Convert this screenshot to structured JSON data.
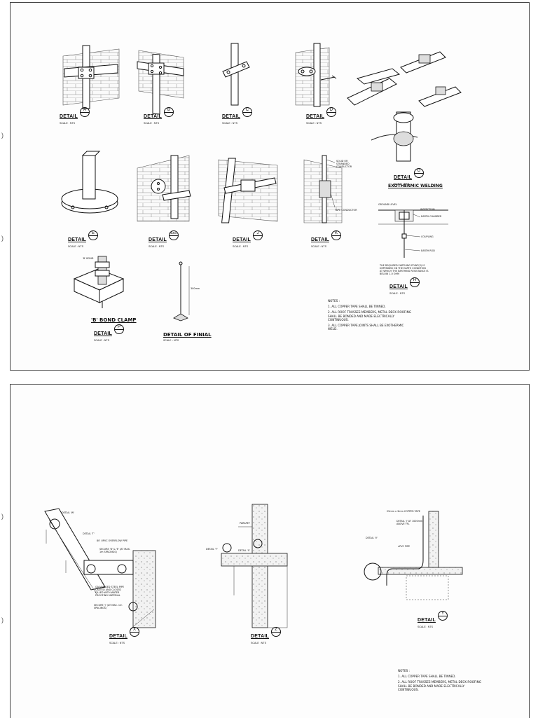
{
  "margin_marks": [
    ")",
    ")",
    ")",
    ")"
  ],
  "detail_word": "DETAIL",
  "scale_text": "SCALE : NTS",
  "sheet1": {
    "details": [
      {
        "id": "A"
      },
      {
        "id": "B"
      },
      {
        "id": "C"
      },
      {
        "id": "D"
      },
      {
        "id": "E"
      },
      {
        "id": "B&C"
      },
      {
        "id": "J"
      },
      {
        "id": "K"
      },
      {
        "id": "G"
      },
      {
        "id": "H"
      },
      {
        "id": "P"
      }
    ],
    "exothermic_title": "EXOTHERMIC WELDING",
    "bond_clamp_title": "'B' BOND CLAMP",
    "final_title": "DETAIL OF FINIAL",
    "callouts": {
      "k_top": "SOLID OR STRANDED CONDUCTOR",
      "k_bottom": "TAPE CONDUCTOR",
      "h_ground": "GROUND LEVEL",
      "h_pit": "EARTH CHAMBER",
      "h_coupling": "COUPLING",
      "h_rod": "EARTH ROD",
      "h_inspection": "INSPECTION",
      "h_note": "THE REQUIRED EARTHING POINT(S) IS DEPENDED ON THE EARTH CONDITION AT WHICH THE EARTHING RESISTANCE IS BELOW 1.0 OHM",
      "p_bolt": "'B' BOND",
      "final_dim": "300mm"
    },
    "notes_title": "NOTES :",
    "notes": [
      "1. ALL COPPER TAPE SHALL BE TINNED.",
      "2. ALL ROOF TRUSSES MEMBERS, METAL DECK ROOFING SHALL BE BONDED AND MADE ELECTRICALLY CONTINUOUS.",
      "3. ALL COPPER TAPE JOINTS SHALL BE EXOTHERMIC WELD."
    ]
  },
  "sheet2": {
    "details": [
      {
        "id": "X"
      },
      {
        "id": "Z"
      },
      {
        "id": "Y"
      }
    ],
    "callouts": {
      "x_detail_w": "DETAIL 'W'",
      "x_detail_t": "DETAIL 'T'",
      "x_pipe": "80' UPVC OVERFLOW PIPE",
      "x_clamp": "SECURE 'B' & 'E' (AT MAX. 1m SPACINGS)",
      "x_galv": "GALVANISED STEEL PIPE CASTED AND CLOSED FILLED WITH WATER PROOFING MATERIAL",
      "x_secure": "SECURE 'J' (AT MAX. 1m SPACINGS)",
      "z_parapet": "PARAPET",
      "z_detail_y": "DETAIL 'Y'",
      "z_detail_s": "DETAIL 'S'",
      "y_tape": "25mm x 3mm COPPER TAPE",
      "y_detail_j": "DETAIL 'J' AT 1000mm ABOVE FFL",
      "y_detail_v": "DETAIL 'V'",
      "y_upvc": "uPVC PIPE"
    },
    "notes_title": "NOTES :",
    "notes": [
      "1. ALL COPPER TAPE SHALL BE TINNED.",
      "2. ALL ROOF TRUSSES MEMBERS, METAL DECK ROOFING SHALL BE BONDED AND MADE ELECTRICALLY CONTINUOUS."
    ]
  }
}
